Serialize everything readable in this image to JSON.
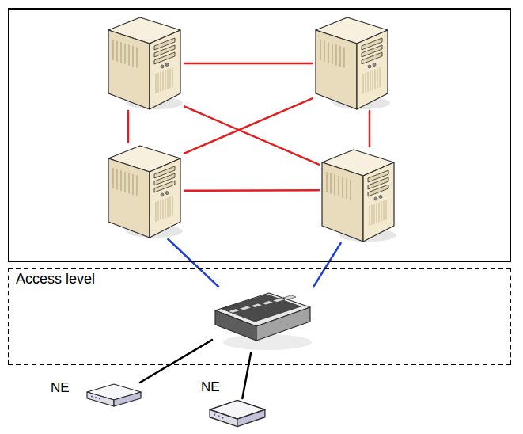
{
  "diagram": {
    "nodes": [
      {
        "text": []
      },
      {
        "text": [],
        "in": 0
      },
      {
        "text": [],
        "in": 0
      },
      {
        "text": [],
        "in": 0
      },
      {
        "text": [],
        "in": 0
      },
      {
        "text": [
          "Access level"
        ]
      },
      {
        "text": [],
        "in": 5
      },
      {
        "text": [
          "NE"
        ]
      },
      {
        "text": [
          "NE"
        ]
      }
    ],
    "edges": [
      {
        "from": 1,
        "to": 2,
        "arrow": "none"
      },
      {
        "from": 1,
        "to": 3,
        "arrow": "none"
      },
      {
        "from": 2,
        "to": 4,
        "arrow": "none"
      },
      {
        "from": 3,
        "to": 4,
        "arrow": "none"
      },
      {
        "from": 1,
        "to": 4,
        "arrow": "none"
      },
      {
        "from": 2,
        "to": 3,
        "arrow": "none"
      },
      {
        "from": 3,
        "to": 6,
        "arrow": "none"
      },
      {
        "from": 4,
        "to": 6,
        "arrow": "none"
      },
      {
        "from": 6,
        "to": 7,
        "arrow": "none"
      },
      {
        "from": 6,
        "to": 8,
        "arrow": "none"
      }
    ]
  }
}
